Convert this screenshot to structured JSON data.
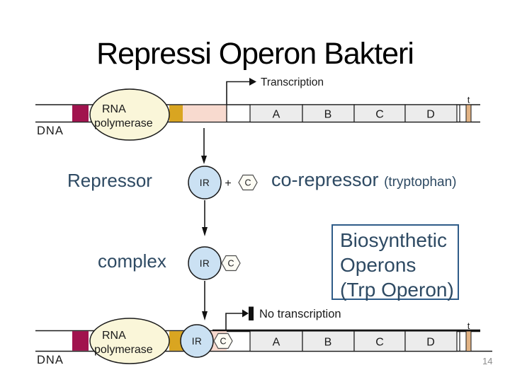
{
  "slide": {
    "title": "Repressi Operon Bakteri",
    "page_number": "14"
  },
  "labels": {
    "repressor": "Repressor",
    "plus": "+",
    "co_repressor": "co-repressor",
    "tryptophan": "(tryptophan)",
    "complex": "complex",
    "biosynthetic_line1": "Biosynthetic",
    "biosynthetic_line2": "Operons",
    "biosynthetic_line3": "(Trp Operon)"
  },
  "diagram": {
    "dna": "DNA",
    "rna_line1": "RNA",
    "rna_line2": "polymerase",
    "transcription": "Transcription",
    "no_transcription": "No transcription",
    "terminator": "t",
    "genes": [
      "A",
      "B",
      "C",
      "D"
    ],
    "repressor_symbol": "IR",
    "corepressor_symbol": "C"
  },
  "colors": {
    "regulator_red": "#A1134E",
    "promoter_gold": "#D9A521",
    "operator_pink": "#F8DACF",
    "polymerase_cream": "#FAF6D9",
    "repressor_blue": "#CBE1F3",
    "gene_gray": "#ECECEC",
    "terminator_tan": "#E2B384",
    "label_slate": "#2E4A63",
    "box_border_blue": "#2F5C88"
  }
}
